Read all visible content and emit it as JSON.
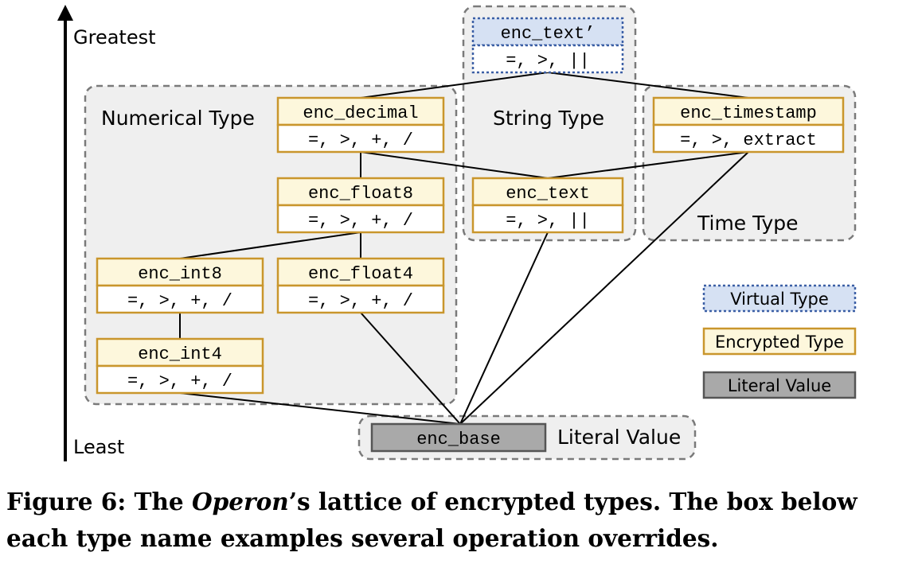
{
  "axis": {
    "top_label": "Greatest",
    "bottom_label": "Least"
  },
  "groups": {
    "numerical": "Numerical Type",
    "string": "String Type",
    "time": "Time Type",
    "literal": "Literal Value"
  },
  "types": {
    "enc_text_virtual": {
      "name": "enc_text’",
      "ops": "=, >, ||"
    },
    "enc_decimal": {
      "name": "enc_decimal",
      "ops": "=, >, +, /"
    },
    "enc_timestamp": {
      "name": "enc_timestamp",
      "ops": "=, >, extract"
    },
    "enc_float8": {
      "name": "enc_float8",
      "ops": "=, >, +, /"
    },
    "enc_text": {
      "name": "enc_text",
      "ops": "=, >, ||"
    },
    "enc_int8": {
      "name": "enc_int8",
      "ops": "=, >, +, /"
    },
    "enc_float4": {
      "name": "enc_float4",
      "ops": "=, >, +, /"
    },
    "enc_int4": {
      "name": "enc_int4",
      "ops": "=, >, +, /"
    },
    "enc_base": {
      "name": "enc_base"
    }
  },
  "legend": {
    "virtual": "Virtual Type",
    "encrypted": "Encrypted Type",
    "literal": "Literal Value"
  },
  "caption": {
    "prefix": "Figure 6: The ",
    "emph": "Operon",
    "suffix": "’s lattice of encrypted types. The box below each type name examples several operation overrides."
  },
  "colors": {
    "encrypted_border": "#c9962c",
    "encrypted_fill": "#fdf7dc",
    "virtual_border": "#3b5fa5",
    "virtual_fill": "#d6e1f3",
    "literal_fill": "#a9a9a9",
    "group_fill": "#efefef"
  }
}
